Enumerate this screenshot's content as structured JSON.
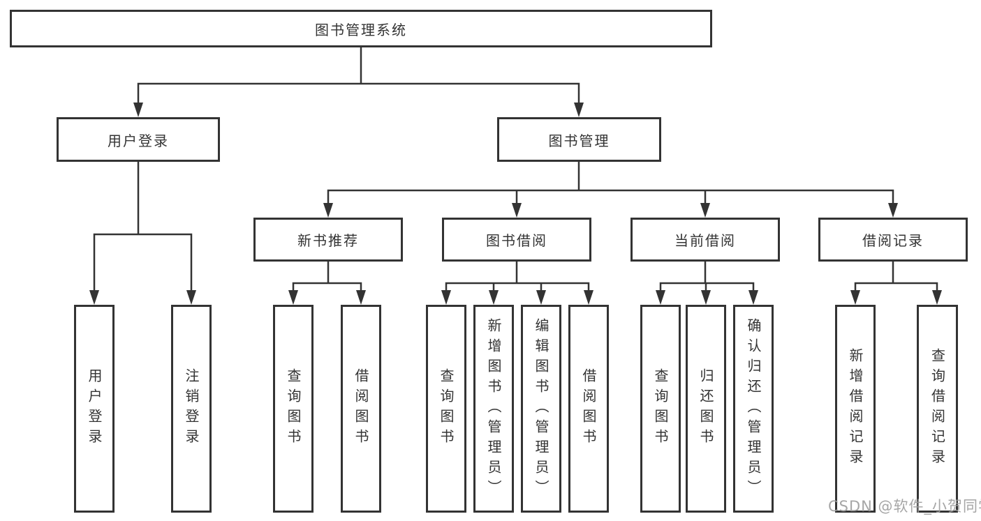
{
  "diagram": {
    "root": {
      "label": "图书管理系统"
    },
    "level2": [
      {
        "id": "user-login",
        "label": "用户登录",
        "children": [
          "用户登录",
          "注销登录"
        ]
      },
      {
        "id": "book-management",
        "label": "图书管理"
      }
    ],
    "level3": [
      {
        "id": "new-book-recommend",
        "label": "新书推荐",
        "children": [
          "查询图书",
          "借阅图书"
        ]
      },
      {
        "id": "book-borrowing",
        "label": "图书借阅",
        "children": [
          "查询图书",
          "新增图书（管理员）",
          "编辑图书（管理员）",
          "借阅图书"
        ]
      },
      {
        "id": "current-borrowing",
        "label": "当前借阅",
        "children": [
          "查询图书",
          "归还图书",
          "确认归还（管理员）"
        ]
      },
      {
        "id": "borrowing-records",
        "label": "借阅记录",
        "children": [
          "新增借阅记录",
          "查询借阅记录"
        ]
      }
    ],
    "watermark": "CSDN @软件_小贺同学",
    "colors": {
      "line": "#333333",
      "box_border": "#333333",
      "text": "#333333",
      "watermark_text": "#9e9e9e",
      "background": "#ffffff"
    }
  }
}
